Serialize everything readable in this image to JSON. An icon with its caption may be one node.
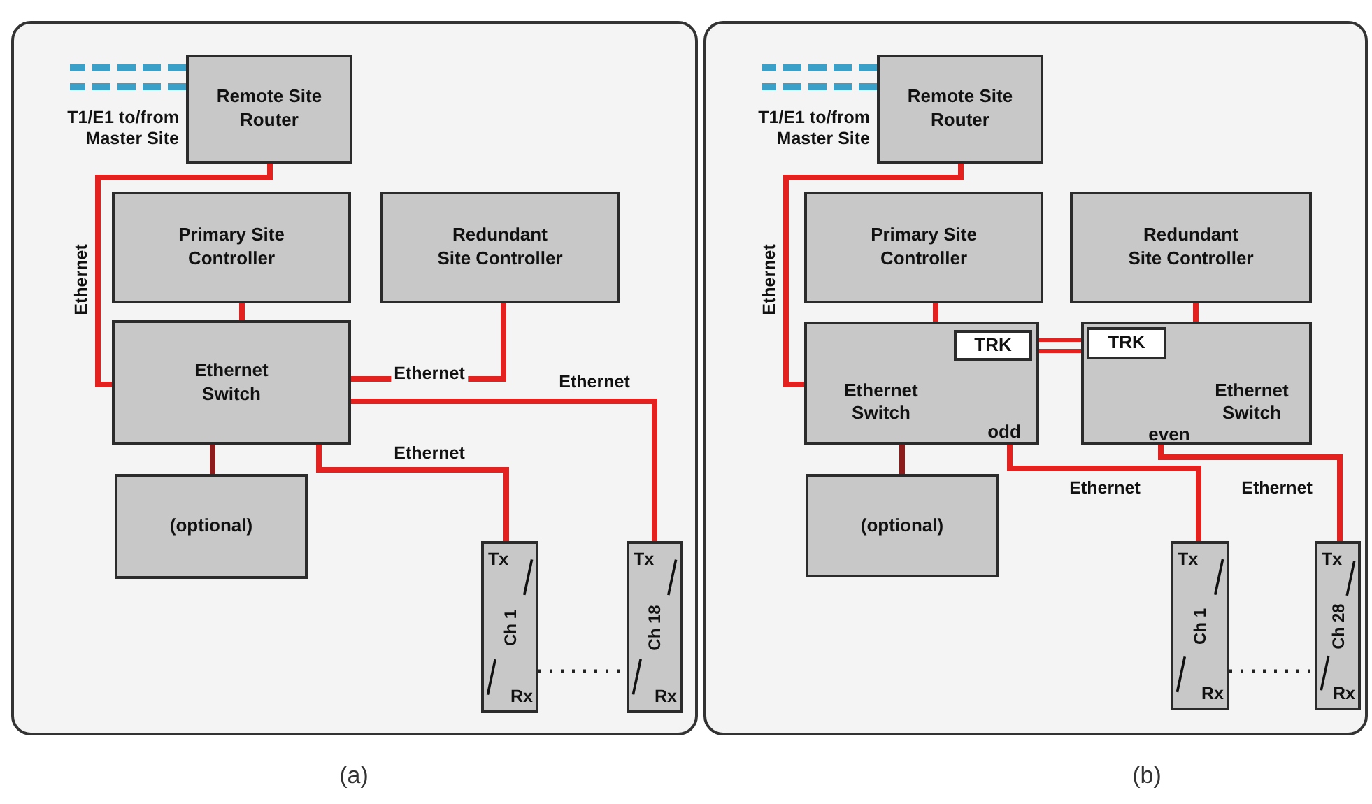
{
  "diagram": {
    "nodes": [
      {
        "text": [],
        "shape": "box",
        "beside": [
          "(a)"
        ]
      },
      {
        "text": [
          "Remote Site Router"
        ],
        "in": 0,
        "beside": [
          "T1/E1 to/from Master Site"
        ]
      },
      {
        "text": [
          "Primary Site Controller"
        ],
        "in": 0
      },
      {
        "text": [
          "Redundant Site Controller"
        ],
        "in": 0
      },
      {
        "text": [
          "Ethernet Switch"
        ],
        "in": 0
      },
      {
        "text": [
          "(optional)"
        ],
        "in": 0
      },
      {
        "text": [
          "Tx",
          "Ch 1",
          "Rx"
        ],
        "in": 0
      },
      {
        "text": [
          "Tx",
          "Ch 18",
          "Rx"
        ],
        "in": 0
      },
      {
        "text": [],
        "shape": "box",
        "beside": [
          "(b)"
        ]
      },
      {
        "text": [
          "Remote Site Router"
        ],
        "in": 8,
        "beside": [
          "T1/E1 to/from Master Site"
        ]
      },
      {
        "text": [
          "Primary Site Controller"
        ],
        "in": 8
      },
      {
        "text": [
          "Redundant Site Controller"
        ],
        "in": 8
      },
      {
        "text": [
          "Ethernet Switch",
          "odd"
        ],
        "in": 8
      },
      {
        "text": [
          "TRK"
        ],
        "in": 12
      },
      {
        "text": [
          "Ethernet Switch",
          "even"
        ],
        "in": 8
      },
      {
        "text": [
          "TRK"
        ],
        "in": 14
      },
      {
        "text": [
          "(optional)"
        ],
        "in": 8
      },
      {
        "text": [
          "Tx",
          "Ch 1",
          "Rx"
        ],
        "in": 8
      },
      {
        "text": [
          "Tx",
          "Ch 28",
          "Rx"
        ],
        "in": 8
      }
    ],
    "edges": [
      {
        "from": 1,
        "to": null,
        "arrow": "none",
        "style": "dashed",
        "color": "#3aa0c8"
      },
      {
        "from": 1,
        "to": 4,
        "arrow": "none",
        "label": "Ethernet"
      },
      {
        "from": 2,
        "to": 4,
        "arrow": "none"
      },
      {
        "from": 3,
        "to": 4,
        "arrow": "none",
        "label": "Ethernet"
      },
      {
        "from": 4,
        "to": 7,
        "arrow": "none",
        "label": "Ethernet"
      },
      {
        "from": 4,
        "to": 6,
        "arrow": "none",
        "label": "Ethernet"
      },
      {
        "from": 4,
        "to": 5,
        "arrow": "none",
        "color": "#8c1c1c"
      },
      {
        "from": 6,
        "to": 7,
        "arrow": "none",
        "style": "dashed",
        "color": "#222222"
      },
      {
        "from": 9,
        "to": null,
        "arrow": "none",
        "style": "dashed",
        "color": "#3aa0c8"
      },
      {
        "from": 9,
        "to": 12,
        "arrow": "none",
        "label": "Ethernet"
      },
      {
        "from": 10,
        "to": 12,
        "arrow": "none"
      },
      {
        "from": 11,
        "to": 14,
        "arrow": "none"
      },
      {
        "from": 13,
        "to": 15,
        "arrow": "none"
      },
      {
        "from": 12,
        "to": 16,
        "arrow": "none",
        "color": "#8c1c1c"
      },
      {
        "from": 12,
        "to": 17,
        "arrow": "none",
        "label": "Ethernet"
      },
      {
        "from": 14,
        "to": 18,
        "arrow": "none",
        "label": "Ethernet"
      },
      {
        "from": 17,
        "to": 18,
        "arrow": "none",
        "style": "dashed",
        "color": "#222222"
      }
    ]
  }
}
